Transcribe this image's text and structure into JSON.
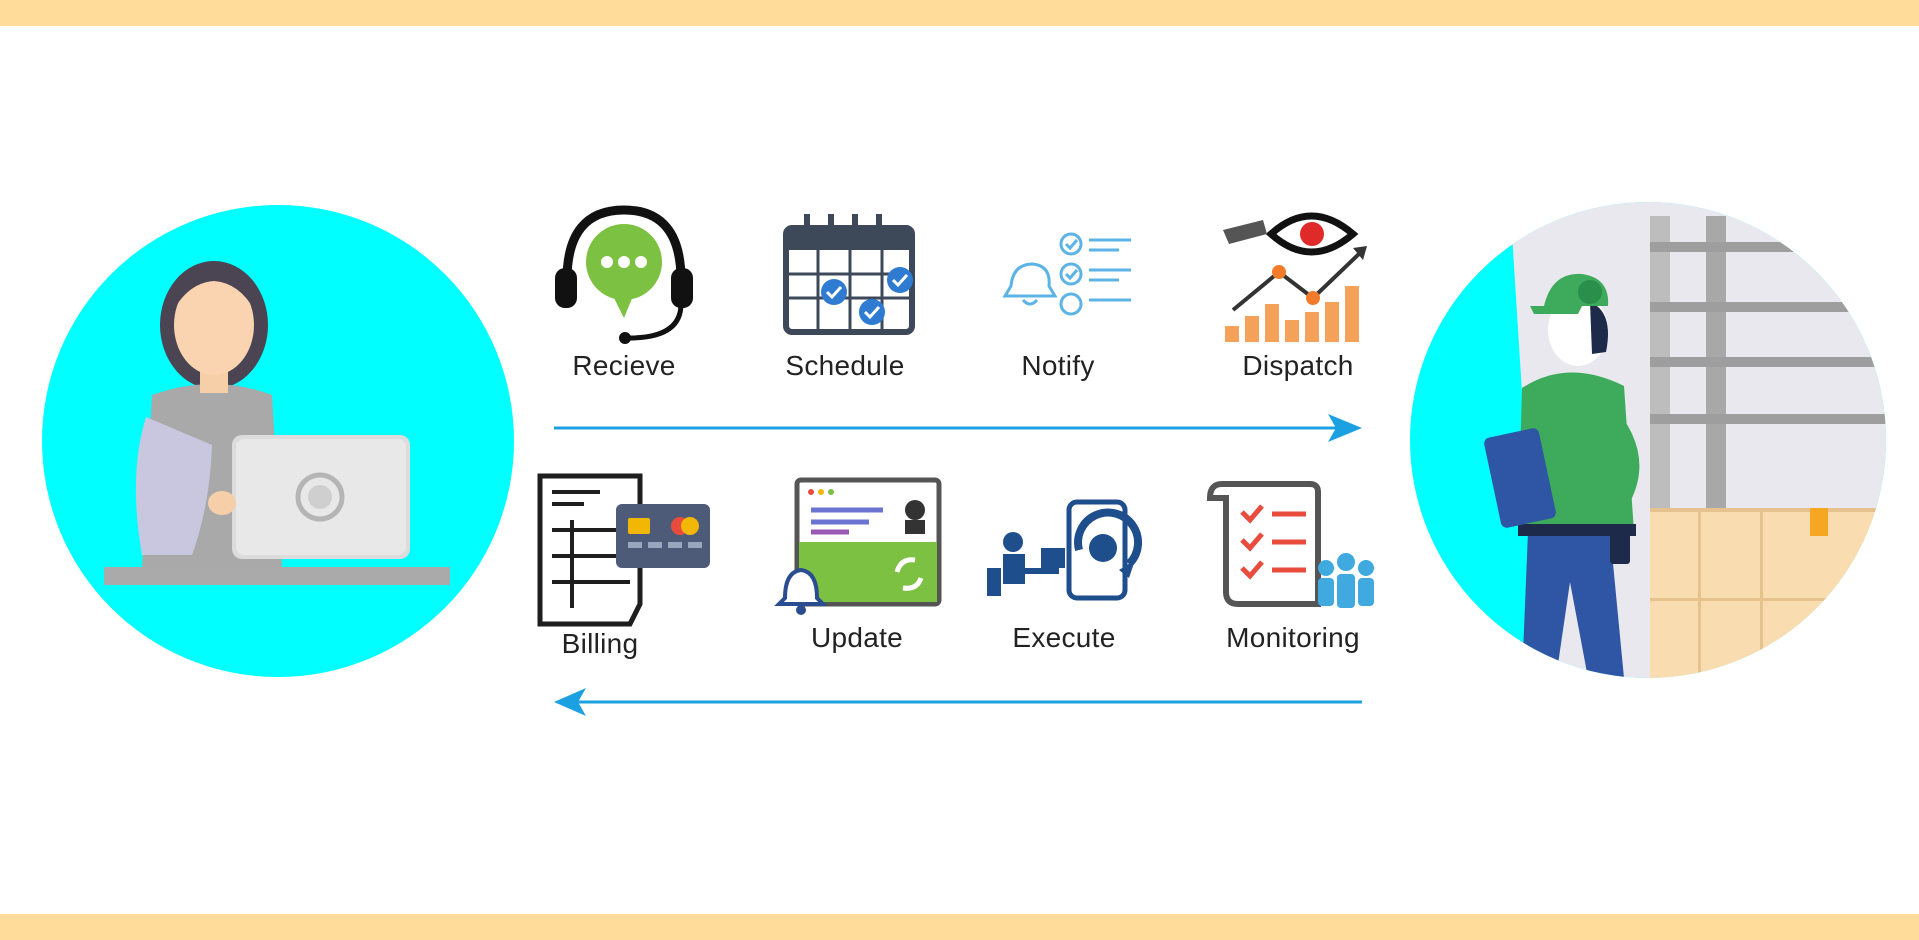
{
  "colors": {
    "band": "#FFDC99",
    "circle": "#00FFFF",
    "arrow": "#1BA1E2",
    "accent_green": "#3DAA5C",
    "accent_orange": "#F4A259"
  },
  "workflow": {
    "forward_steps": [
      {
        "label": "Recieve",
        "icon": "headset-chat-icon"
      },
      {
        "label": "Schedule",
        "icon": "calendar-check-icon"
      },
      {
        "label": "Notify",
        "icon": "bell-checklist-icon"
      },
      {
        "label": "Dispatch",
        "icon": "eye-chart-icon"
      }
    ],
    "return_steps": [
      {
        "label": "Billing",
        "icon": "invoice-card-icon"
      },
      {
        "label": "Update",
        "icon": "screen-refresh-icon"
      },
      {
        "label": "Execute",
        "icon": "worker-phone-icon"
      },
      {
        "label": "Monitoring",
        "icon": "checklist-team-icon"
      }
    ]
  },
  "illustrations": {
    "left": "customer-laptop-illustration",
    "right": "warehouse-technician-illustration"
  }
}
